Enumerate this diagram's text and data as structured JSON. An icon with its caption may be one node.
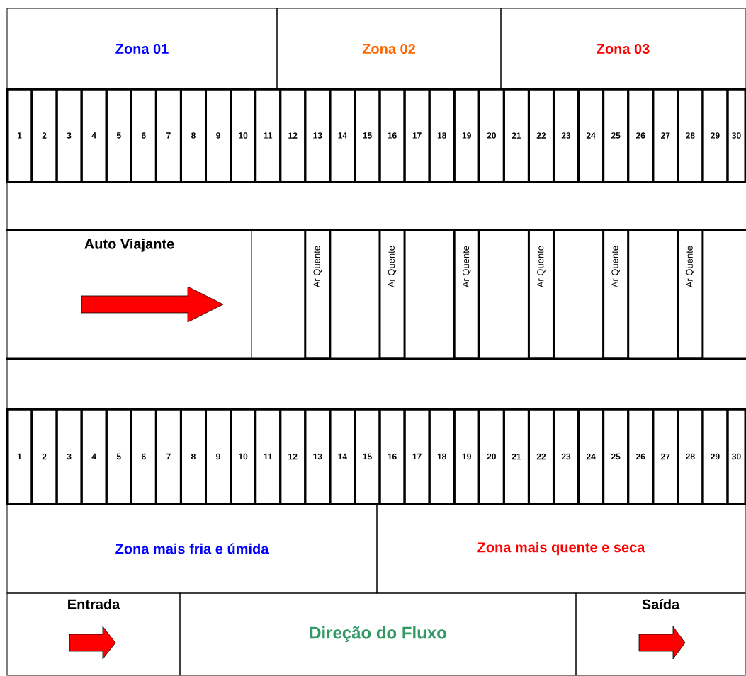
{
  "diagram": {
    "nodes": [
      {
        "text": [
          "Zona 01"
        ]
      },
      {
        "text": [
          "Zona 02"
        ]
      },
      {
        "text": [
          "Zona 03"
        ]
      },
      {
        "text": [
          "1"
        ]
      },
      {
        "text": [
          "2"
        ]
      },
      {
        "text": [
          "3"
        ]
      },
      {
        "text": [
          "4"
        ]
      },
      {
        "text": [
          "5"
        ]
      },
      {
        "text": [
          "6"
        ]
      },
      {
        "text": [
          "7"
        ]
      },
      {
        "text": [
          "8"
        ]
      },
      {
        "text": [
          "9"
        ]
      },
      {
        "text": [
          "10"
        ]
      },
      {
        "text": [
          "11"
        ]
      },
      {
        "text": [
          "12"
        ]
      },
      {
        "text": [
          "13"
        ]
      },
      {
        "text": [
          "14"
        ]
      },
      {
        "text": [
          "15"
        ]
      },
      {
        "text": [
          "16"
        ]
      },
      {
        "text": [
          "17"
        ]
      },
      {
        "text": [
          "18"
        ]
      },
      {
        "text": [
          "19"
        ]
      },
      {
        "text": [
          "20"
        ]
      },
      {
        "text": [
          "21"
        ]
      },
      {
        "text": [
          "22"
        ]
      },
      {
        "text": [
          "23"
        ]
      },
      {
        "text": [
          "24"
        ]
      },
      {
        "text": [
          "25"
        ]
      },
      {
        "text": [
          "26"
        ]
      },
      {
        "text": [
          "27"
        ]
      },
      {
        "text": [
          "28"
        ]
      },
      {
        "text": [
          "29"
        ]
      },
      {
        "text": [
          "30"
        ]
      },
      {
        "text": [
          "Auto Viajante"
        ]
      },
      {
        "text": [
          "Ar Quente"
        ]
      },
      {
        "text": [
          "Ar Quente"
        ]
      },
      {
        "text": [
          "Ar Quente"
        ]
      },
      {
        "text": [
          "Ar Quente"
        ]
      },
      {
        "text": [
          "Ar Quente"
        ]
      },
      {
        "text": [
          "Ar Quente"
        ]
      },
      {
        "text": [
          "1"
        ]
      },
      {
        "text": [
          "2"
        ]
      },
      {
        "text": [
          "3"
        ]
      },
      {
        "text": [
          "4"
        ]
      },
      {
        "text": [
          "5"
        ]
      },
      {
        "text": [
          "6"
        ]
      },
      {
        "text": [
          "7"
        ]
      },
      {
        "text": [
          "8"
        ]
      },
      {
        "text": [
          "9"
        ]
      },
      {
        "text": [
          "10"
        ]
      },
      {
        "text": [
          "11"
        ]
      },
      {
        "text": [
          "12"
        ]
      },
      {
        "text": [
          "13"
        ]
      },
      {
        "text": [
          "14"
        ]
      },
      {
        "text": [
          "15"
        ]
      },
      {
        "text": [
          "16"
        ]
      },
      {
        "text": [
          "17"
        ]
      },
      {
        "text": [
          "18"
        ]
      },
      {
        "text": [
          "19"
        ]
      },
      {
        "text": [
          "20"
        ]
      },
      {
        "text": [
          "21"
        ]
      },
      {
        "text": [
          "22"
        ]
      },
      {
        "text": [
          "23"
        ]
      },
      {
        "text": [
          "24"
        ]
      },
      {
        "text": [
          "25"
        ]
      },
      {
        "text": [
          "26"
        ]
      },
      {
        "text": [
          "27"
        ]
      },
      {
        "text": [
          "28"
        ]
      },
      {
        "text": [
          "29"
        ]
      },
      {
        "text": [
          "30"
        ]
      },
      {
        "text": [
          "Zona mais fria e úmida"
        ]
      },
      {
        "text": [
          "Zona mais quente e seca"
        ]
      },
      {
        "text": [
          "Entrada"
        ]
      },
      {
        "text": [
          "Direção do Fluxo"
        ]
      },
      {
        "text": [
          "Saída"
        ]
      }
    ]
  }
}
